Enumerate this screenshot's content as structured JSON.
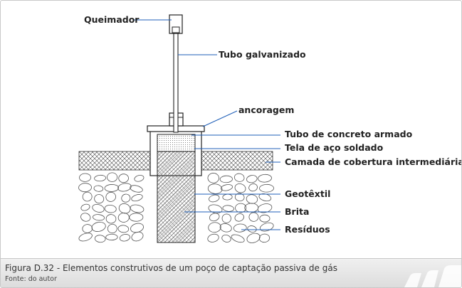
{
  "labels": {
    "burner": "Queimador",
    "pipe": "Tubo galvanizado",
    "anchor": "ancoragem",
    "concrete_pipe": "Tubo de concreto armado",
    "mesh": "Tela de aço soldado",
    "cover_layer": "Camada de cobertura intermediária",
    "geotextile": "Geotêxtil",
    "gravel": "Brita",
    "waste": "Resíduos"
  },
  "caption": {
    "title": "Figura D.32 - Elementos construtivos de um poço de captação passiva de gás",
    "source": "Fonte: do autor"
  },
  "colors": {
    "leader": "#1f5fb8",
    "line": "#222222",
    "caption_bg": "#e6e6e6"
  }
}
